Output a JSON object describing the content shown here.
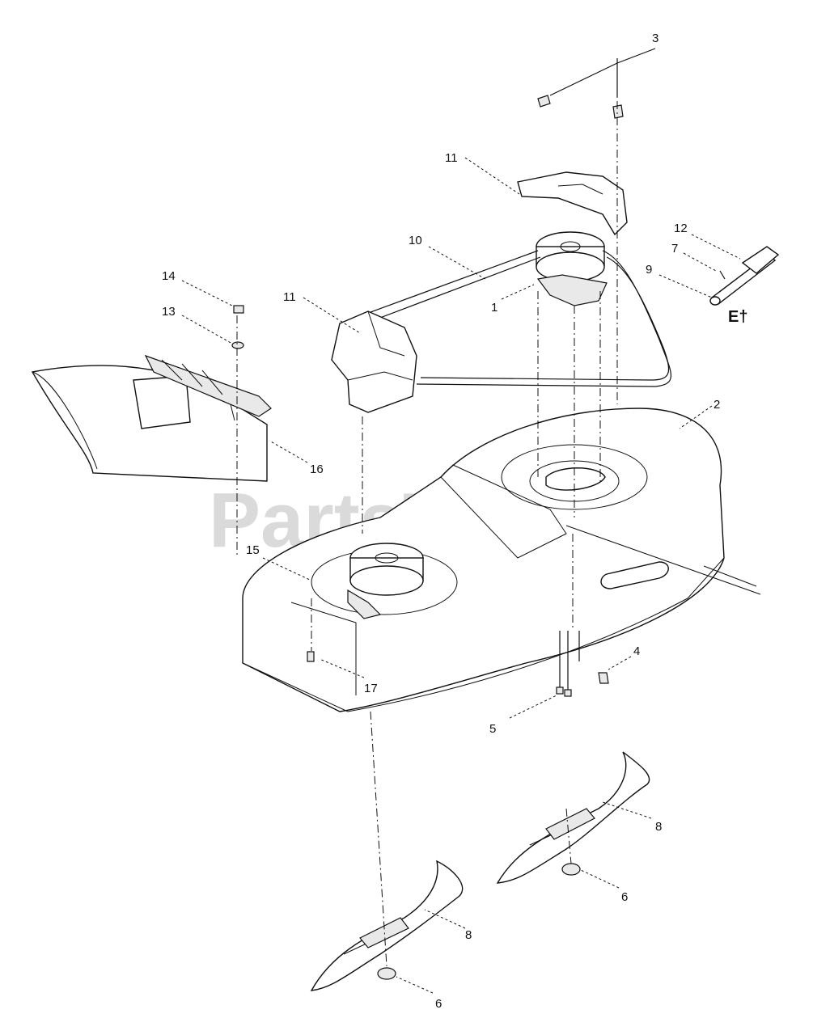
{
  "watermark": "PartsTree",
  "section_mark": "E†",
  "callouts": [
    {
      "id": "c3",
      "label": "3"
    },
    {
      "id": "c11a",
      "label": "11"
    },
    {
      "id": "c12",
      "label": "12"
    },
    {
      "id": "c7",
      "label": "7"
    },
    {
      "id": "c9",
      "label": "9"
    },
    {
      "id": "c10",
      "label": "10"
    },
    {
      "id": "c1",
      "label": "1"
    },
    {
      "id": "c14",
      "label": "14"
    },
    {
      "id": "c13",
      "label": "13"
    },
    {
      "id": "c11b",
      "label": "11"
    },
    {
      "id": "c2",
      "label": "2"
    },
    {
      "id": "c16",
      "label": "16"
    },
    {
      "id": "c15",
      "label": "15"
    },
    {
      "id": "c4",
      "label": "4"
    },
    {
      "id": "c17",
      "label": "17"
    },
    {
      "id": "c5",
      "label": "5"
    },
    {
      "id": "c8a",
      "label": "8"
    },
    {
      "id": "c6a",
      "label": "6"
    },
    {
      "id": "c8b",
      "label": "8"
    },
    {
      "id": "c6b",
      "label": "6"
    }
  ]
}
